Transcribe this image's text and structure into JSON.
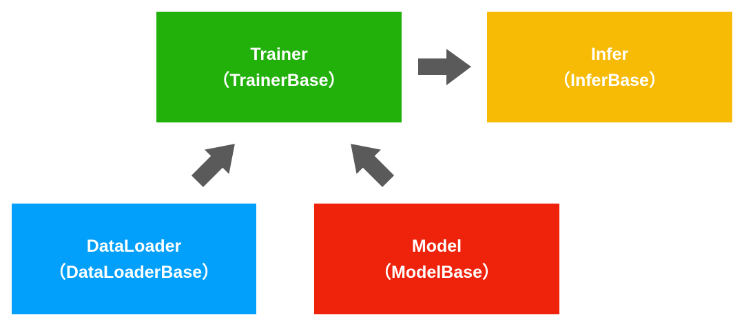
{
  "colors": {
    "trainer": "#21b10a",
    "infer": "#f7bb05",
    "dataloader": "#03a0fb",
    "model": "#ef220b",
    "arrow": "#5a5a5a",
    "text": "#ffffff"
  },
  "boxes": {
    "trainer": {
      "title": "Trainer",
      "subtitle": "（TrainerBase）"
    },
    "infer": {
      "title": "Infer",
      "subtitle": "（InferBase）"
    },
    "dataloader": {
      "title": "DataLoader",
      "subtitle": "（DataLoaderBase）"
    },
    "model": {
      "title": "Model",
      "subtitle": "（ModelBase）"
    }
  },
  "arrows": [
    {
      "from": "trainer",
      "to": "infer",
      "icon": "arrow-right-icon"
    },
    {
      "from": "dataloader",
      "to": "trainer",
      "icon": "arrow-up-right-icon"
    },
    {
      "from": "model",
      "to": "trainer",
      "icon": "arrow-up-left-icon"
    }
  ]
}
